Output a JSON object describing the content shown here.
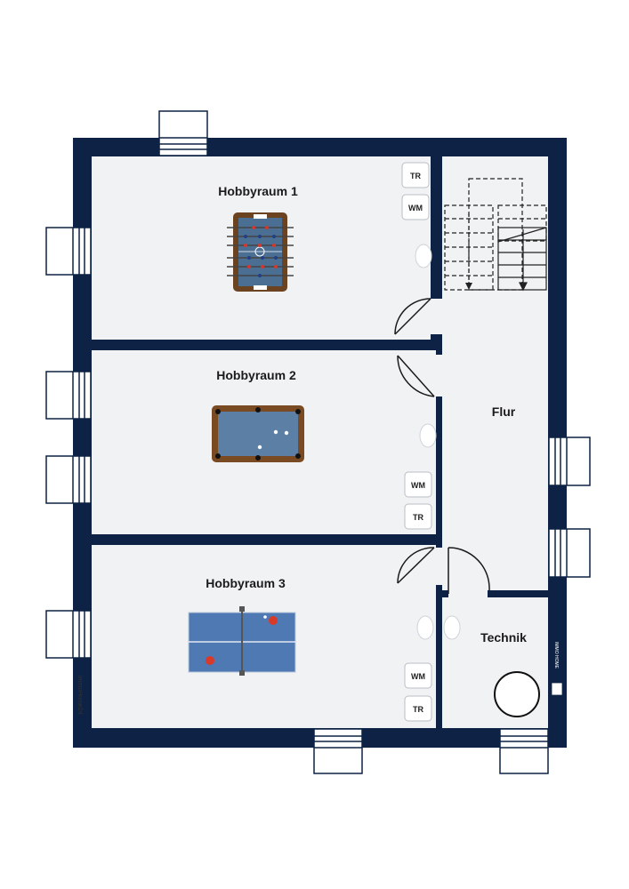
{
  "rooms": {
    "hobby1": "Hobbyraum 1",
    "hobby2": "Hobbyraum 2",
    "hobby3": "Hobbyraum 3",
    "flur": "Flur",
    "technik": "Technik"
  },
  "appliances": {
    "dryer": "TR",
    "washer": "WM"
  },
  "watermark": "immoHome24",
  "logo_text": "IMMO HOME",
  "colors": {
    "wall": "#0d2244",
    "floor": "#f1f2f4",
    "window": "#ffffff",
    "stair_line": "#222222",
    "foosball_wood": "#6b4320",
    "foosball_field": "#4b6e93",
    "billiard_wood": "#7a4a22",
    "billiard_felt": "#5c7fa6",
    "pingpong_table": "#4f79b3",
    "paddle": "#d83a2a"
  }
}
